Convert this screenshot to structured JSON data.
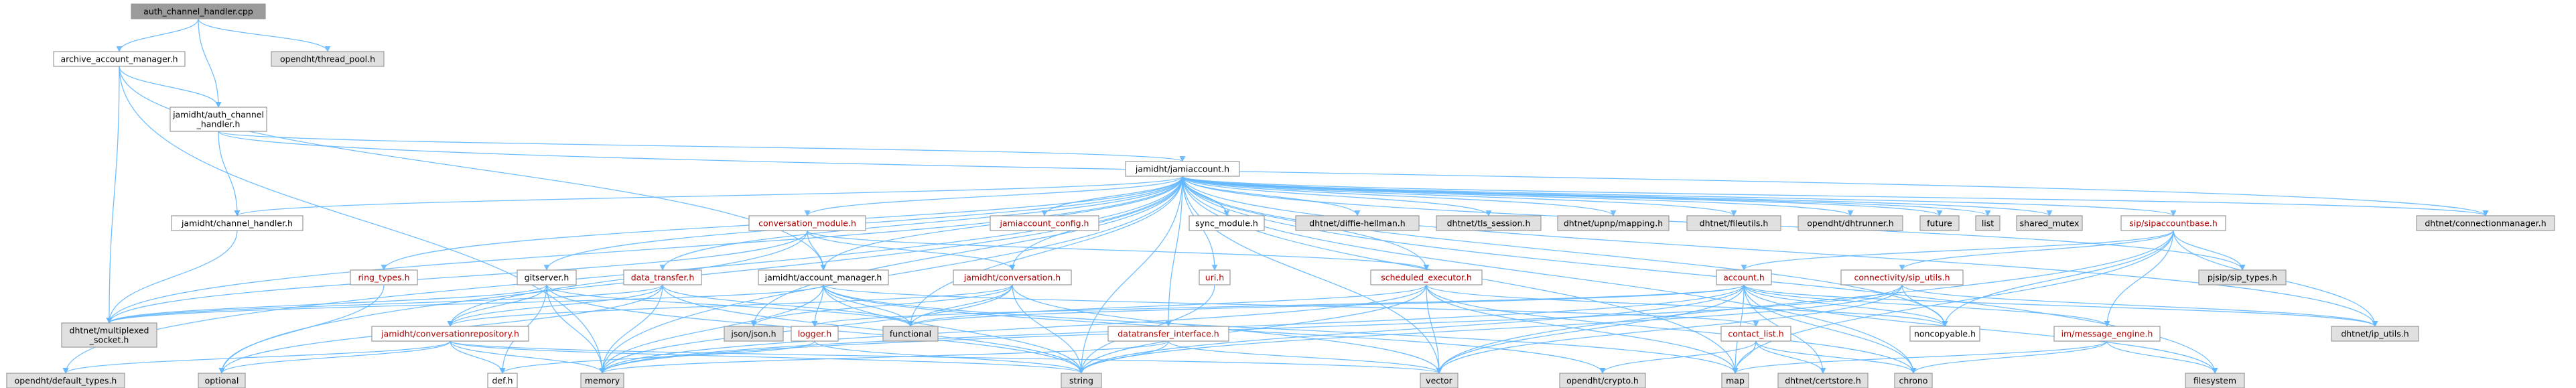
{
  "colors": {
    "node_fill": "#ffffff",
    "root_fill": "#9b9b9b",
    "external_fill": "#e0e0e0",
    "edge": "#63b8ff",
    "text": "#000000",
    "linked_text": "#b00000"
  },
  "nodes": [
    {
      "id": "root",
      "label": "auth_channel_handler.cpp",
      "kind": "root"
    },
    {
      "id": "archive",
      "label": "archive_account_manager.h",
      "kind": "normal"
    },
    {
      "id": "opendht_threadpool",
      "label": "opendht/thread_pool.h",
      "kind": "external"
    },
    {
      "id": "auth_handler",
      "label": "jamidht/auth_channel\n_handler.h",
      "kind": "normal"
    },
    {
      "id": "jamiaccount",
      "label": "jamidht/jamiaccount.h",
      "kind": "normal"
    },
    {
      "id": "channel_handler",
      "label": "jamidht/channel_handler.h",
      "kind": "normal"
    },
    {
      "id": "conv_module",
      "label": "conversation_module.h",
      "kind": "linked"
    },
    {
      "id": "jami_config",
      "label": "jamiaccount_config.h",
      "kind": "linked"
    },
    {
      "id": "sync_module",
      "label": "sync_module.h",
      "kind": "normal"
    },
    {
      "id": "diffie",
      "label": "dhtnet/diffie-hellman.h",
      "kind": "external"
    },
    {
      "id": "tls_session",
      "label": "dhtnet/tls_session.h",
      "kind": "external"
    },
    {
      "id": "upnp",
      "label": "dhtnet/upnp/mapping.h",
      "kind": "external"
    },
    {
      "id": "fileutils",
      "label": "dhtnet/fileutils.h",
      "kind": "external"
    },
    {
      "id": "dhtrunner",
      "label": "opendht/dhtrunner.h",
      "kind": "external"
    },
    {
      "id": "future",
      "label": "future",
      "kind": "external"
    },
    {
      "id": "list",
      "label": "list",
      "kind": "external"
    },
    {
      "id": "shared_mutex",
      "label": "shared_mutex",
      "kind": "external"
    },
    {
      "id": "sipaccountbase",
      "label": "sip/sipaccountbase.h",
      "kind": "linked"
    },
    {
      "id": "connmgr",
      "label": "dhtnet/connectionmanager.h",
      "kind": "external"
    },
    {
      "id": "ring_types",
      "label": "ring_types.h",
      "kind": "linked"
    },
    {
      "id": "gitserver",
      "label": "gitserver.h",
      "kind": "normal"
    },
    {
      "id": "data_transfer",
      "label": "data_transfer.h",
      "kind": "linked"
    },
    {
      "id": "account_manager",
      "label": "jamidht/account_manager.h",
      "kind": "normal"
    },
    {
      "id": "conversation",
      "label": "jamidht/conversation.h",
      "kind": "linked"
    },
    {
      "id": "uri",
      "label": "uri.h",
      "kind": "linked"
    },
    {
      "id": "scheduled_exec",
      "label": "scheduled_executor.h",
      "kind": "linked"
    },
    {
      "id": "account",
      "label": "account.h",
      "kind": "linked"
    },
    {
      "id": "conn_sip_utils",
      "label": "connectivity/sip_utils.h",
      "kind": "linked"
    },
    {
      "id": "pjsip_types",
      "label": "pjsip/sip_types.h",
      "kind": "external"
    },
    {
      "id": "multiplexed",
      "label": "dhtnet/multiplexed\n_socket.h",
      "kind": "external"
    },
    {
      "id": "conv_repo",
      "label": "jamidht/conversationrepository.h",
      "kind": "linked"
    },
    {
      "id": "jsonjson",
      "label": "json/json.h",
      "kind": "external"
    },
    {
      "id": "functional",
      "label": "functional",
      "kind": "external"
    },
    {
      "id": "logger",
      "label": "logger.h",
      "kind": "linked"
    },
    {
      "id": "datatransfer_iface",
      "label": "datatransfer_interface.h",
      "kind": "linked"
    },
    {
      "id": "contact_list",
      "label": "contact_list.h",
      "kind": "linked"
    },
    {
      "id": "noncopyable",
      "label": "noncopyable.h",
      "kind": "normal"
    },
    {
      "id": "im_msg_engine",
      "label": "im/message_engine.h",
      "kind": "linked"
    },
    {
      "id": "ip_utils",
      "label": "dhtnet/ip_utils.h",
      "kind": "external"
    },
    {
      "id": "default_types",
      "label": "opendht/default_types.h",
      "kind": "external"
    },
    {
      "id": "optional",
      "label": "optional",
      "kind": "external"
    },
    {
      "id": "def",
      "label": "def.h",
      "kind": "normal"
    },
    {
      "id": "memory",
      "label": "memory",
      "kind": "external"
    },
    {
      "id": "string",
      "label": "string",
      "kind": "external"
    },
    {
      "id": "vector",
      "label": "vector",
      "kind": "external"
    },
    {
      "id": "crypto",
      "label": "opendht/crypto.h",
      "kind": "external"
    },
    {
      "id": "map",
      "label": "map",
      "kind": "external"
    },
    {
      "id": "certstore",
      "label": "dhtnet/certstore.h",
      "kind": "external"
    },
    {
      "id": "chrono",
      "label": "chrono",
      "kind": "external"
    },
    {
      "id": "filesystem",
      "label": "filesystem",
      "kind": "external"
    }
  ],
  "edges": [
    [
      "root",
      "archive"
    ],
    [
      "root",
      "opendht_threadpool"
    ],
    [
      "root",
      "auth_handler"
    ],
    [
      "archive",
      "auth_handler"
    ],
    [
      "archive",
      "multiplexed"
    ],
    [
      "archive",
      "account_manager"
    ],
    [
      "archive",
      "memory"
    ],
    [
      "auth_handler",
      "jamiaccount"
    ],
    [
      "auth_handler",
      "channel_handler"
    ],
    [
      "auth_handler",
      "connmgr"
    ],
    [
      "jamiaccount",
      "channel_handler"
    ],
    [
      "jamiaccount",
      "conv_module"
    ],
    [
      "jamiaccount",
      "jami_config"
    ],
    [
      "jamiaccount",
      "sync_module"
    ],
    [
      "jamiaccount",
      "diffie"
    ],
    [
      "jamiaccount",
      "tls_session"
    ],
    [
      "jamiaccount",
      "upnp"
    ],
    [
      "jamiaccount",
      "fileutils"
    ],
    [
      "jamiaccount",
      "dhtrunner"
    ],
    [
      "jamiaccount",
      "future"
    ],
    [
      "jamiaccount",
      "list"
    ],
    [
      "jamiaccount",
      "shared_mutex"
    ],
    [
      "jamiaccount",
      "sipaccountbase"
    ],
    [
      "jamiaccount",
      "connmgr"
    ],
    [
      "jamiaccount",
      "ring_types"
    ],
    [
      "jamiaccount",
      "gitserver"
    ],
    [
      "jamiaccount",
      "data_transfer"
    ],
    [
      "jamiaccount",
      "account_manager"
    ],
    [
      "jamiaccount",
      "conversation"
    ],
    [
      "jamiaccount",
      "uri"
    ],
    [
      "jamiaccount",
      "scheduled_exec"
    ],
    [
      "jamiaccount",
      "multiplexed"
    ],
    [
      "jamiaccount",
      "default_types"
    ],
    [
      "jamiaccount",
      "optional"
    ],
    [
      "jamiaccount",
      "functional"
    ],
    [
      "jamiaccount",
      "jsonjson"
    ],
    [
      "jamiaccount",
      "datatransfer_iface"
    ],
    [
      "jamiaccount",
      "pjsip_types"
    ],
    [
      "jamiaccount",
      "ip_utils"
    ],
    [
      "jamiaccount",
      "noncopyable"
    ],
    [
      "jamiaccount",
      "vector"
    ],
    [
      "jamiaccount",
      "map"
    ],
    [
      "jamiaccount",
      "chrono"
    ],
    [
      "jamiaccount",
      "filesystem"
    ],
    [
      "jamiaccount",
      "string"
    ],
    [
      "jamiaccount",
      "memory"
    ],
    [
      "channel_handler",
      "multiplexed"
    ],
    [
      "conv_module",
      "conv_repo"
    ],
    [
      "conv_module",
      "account_manager"
    ],
    [
      "conv_module",
      "scheduled_exec"
    ],
    [
      "conv_module",
      "conversation"
    ],
    [
      "conv_module",
      "multiplexed"
    ],
    [
      "sync_module",
      "jamiaccount"
    ],
    [
      "sipaccountbase",
      "account"
    ],
    [
      "sipaccountbase",
      "conn_sip_utils"
    ],
    [
      "sipaccountbase",
      "pjsip_types"
    ],
    [
      "sipaccountbase",
      "im_msg_engine"
    ],
    [
      "sipaccountbase",
      "noncopyable"
    ],
    [
      "sipaccountbase",
      "ip_utils"
    ],
    [
      "sipaccountbase",
      "vector"
    ],
    [
      "sipaccountbase",
      "map"
    ],
    [
      "ring_types",
      "optional"
    ],
    [
      "gitserver",
      "multiplexed"
    ],
    [
      "gitserver",
      "conv_repo"
    ],
    [
      "gitserver",
      "functional"
    ],
    [
      "gitserver",
      "def"
    ],
    [
      "gitserver",
      "memory"
    ],
    [
      "gitserver",
      "string"
    ],
    [
      "data_transfer",
      "conv_repo"
    ],
    [
      "data_transfer",
      "multiplexed"
    ],
    [
      "data_transfer",
      "functional"
    ],
    [
      "data_transfer",
      "memory"
    ],
    [
      "data_transfer",
      "string"
    ],
    [
      "data_transfer",
      "optional"
    ],
    [
      "account_manager",
      "logger"
    ],
    [
      "account_manager",
      "contact_list"
    ],
    [
      "account_manager",
      "functional"
    ],
    [
      "account_manager",
      "crypto"
    ],
    [
      "account_manager",
      "map"
    ],
    [
      "account_manager",
      "string"
    ],
    [
      "account_manager",
      "memory"
    ],
    [
      "account_manager",
      "multiplexed"
    ],
    [
      "conversation",
      "conv_repo"
    ],
    [
      "conversation",
      "functional"
    ],
    [
      "conversation",
      "string"
    ],
    [
      "conversation",
      "vector"
    ],
    [
      "conversation",
      "memory"
    ],
    [
      "conversation",
      "jsonjson"
    ],
    [
      "uri",
      "string"
    ],
    [
      "scheduled_exec",
      "noncopyable"
    ],
    [
      "scheduled_exec",
      "vector"
    ],
    [
      "scheduled_exec",
      "functional"
    ],
    [
      "scheduled_exec",
      "chrono"
    ],
    [
      "scheduled_exec",
      "memory"
    ],
    [
      "scheduled_exec",
      "map"
    ],
    [
      "scheduled_exec",
      "string"
    ],
    [
      "account",
      "noncopyable"
    ],
    [
      "account",
      "im_msg_engine"
    ],
    [
      "account",
      "ip_utils"
    ],
    [
      "account",
      "logger"
    ],
    [
      "account",
      "functional"
    ],
    [
      "account",
      "string"
    ],
    [
      "account",
      "vector"
    ],
    [
      "account",
      "map"
    ],
    [
      "account",
      "chrono"
    ],
    [
      "account",
      "memory"
    ],
    [
      "account",
      "filesystem"
    ],
    [
      "account",
      "certstore"
    ],
    [
      "conn_sip_utils",
      "noncopyable"
    ],
    [
      "conn_sip_utils",
      "ip_utils"
    ],
    [
      "conn_sip_utils",
      "string"
    ],
    [
      "conn_sip_utils",
      "memory"
    ],
    [
      "conn_sip_utils",
      "vector"
    ],
    [
      "conv_repo",
      "def"
    ],
    [
      "conv_repo",
      "optional"
    ],
    [
      "conv_repo",
      "memory"
    ],
    [
      "conv_repo",
      "string"
    ],
    [
      "conv_repo",
      "vector"
    ],
    [
      "conv_repo",
      "default_types"
    ],
    [
      "logger",
      "def"
    ],
    [
      "logger",
      "string"
    ],
    [
      "datatransfer_iface",
      "string"
    ],
    [
      "datatransfer_iface",
      "memory"
    ],
    [
      "datatransfer_iface",
      "vector"
    ],
    [
      "contact_list",
      "map"
    ],
    [
      "contact_list",
      "certstore"
    ],
    [
      "contact_list",
      "chrono"
    ],
    [
      "contact_list",
      "crypto"
    ],
    [
      "im_msg_engine",
      "map"
    ],
    [
      "im_msg_engine",
      "chrono"
    ],
    [
      "im_msg_engine",
      "filesystem"
    ]
  ]
}
